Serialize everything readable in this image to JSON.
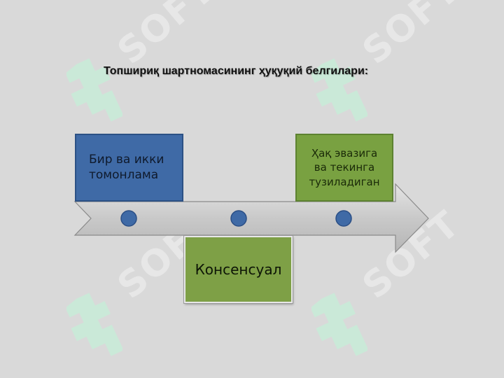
{
  "title": "Топшириқ шартномасининг ҳуқуқий белгилари:",
  "boxes": {
    "bilateral": "Бир ва икки\nтомонлама",
    "consensual": "Консенсуал",
    "paid": "Ҳақ эвазига\nва текинга\nтузиладиган"
  },
  "watermark": {
    "text": "SOFT"
  },
  "colors": {
    "background": "#d9d9d9",
    "blue_box": "#3f6aa6",
    "green_box": "#79a141",
    "arrow": "#c6c6c6",
    "marker": "#3f6aa6",
    "watermark_logo": "#c8ecd8"
  }
}
